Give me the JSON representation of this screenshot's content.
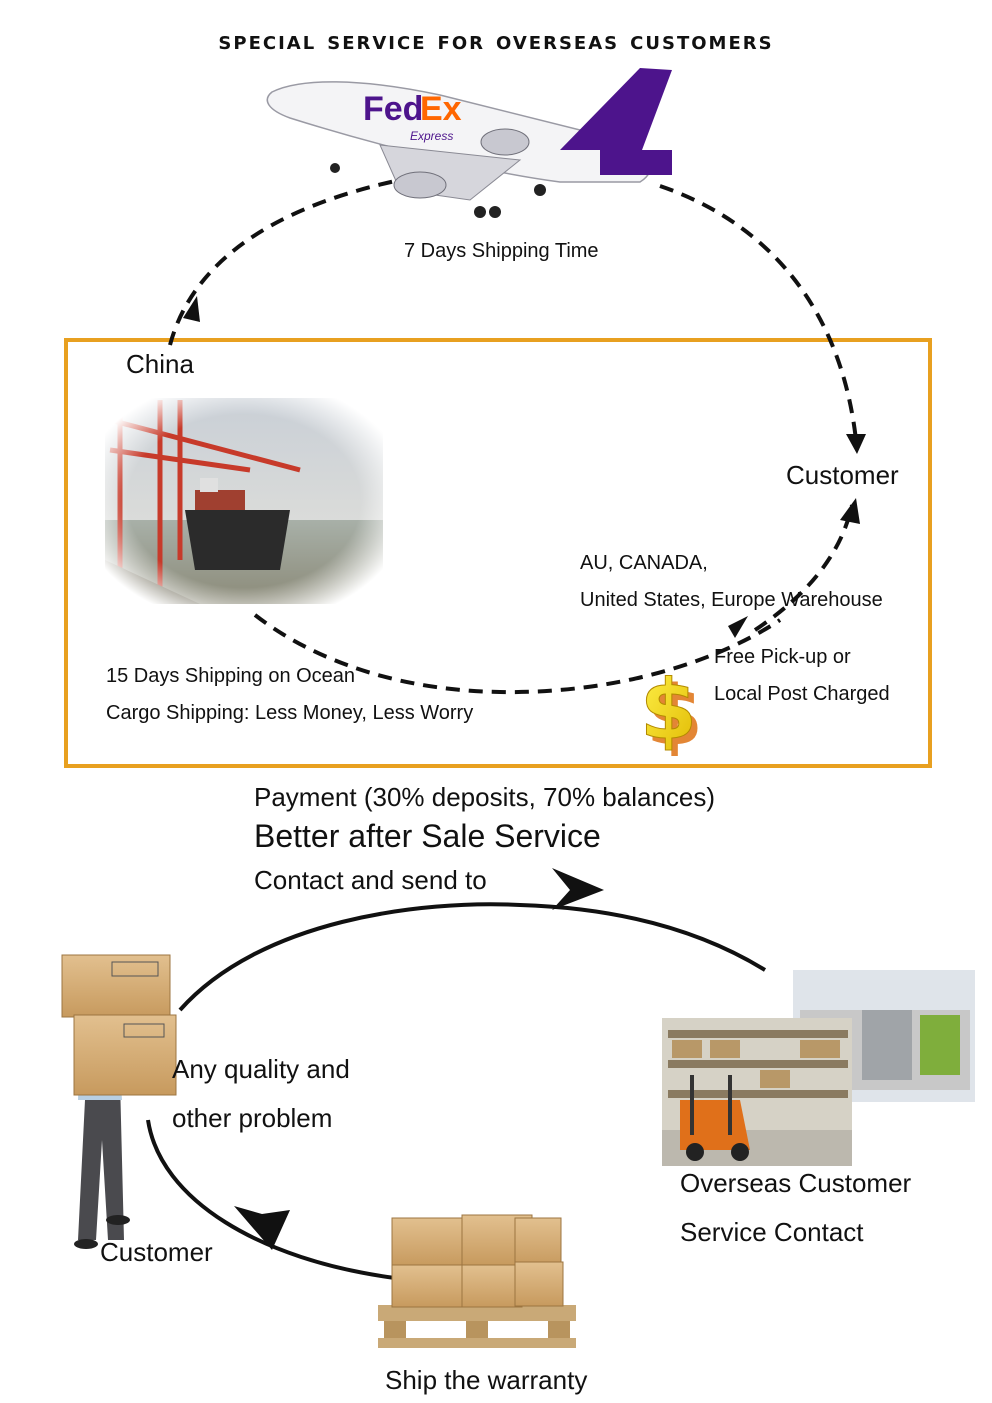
{
  "title": "special service for overseas customers",
  "top": {
    "air_label": "7 Days Shipping Time",
    "china_label": "China",
    "customer_label": "Customer",
    "warehouse_line1": "AU, CANADA,",
    "warehouse_line2": "United States, Europe Warehouse",
    "pickup_line1": "Free Pick-up or",
    "pickup_line2": "Local Post Charged",
    "ocean_line1": "15 Days Shipping on Ocean",
    "ocean_line2": "Cargo Shipping: Less Money, Less Worry",
    "plane_brand": "FedEx",
    "plane_sub": "Express"
  },
  "bottom": {
    "payment": "Payment (30% deposits, 70% balances)",
    "after_sale": "Better after Sale Service",
    "contact": "Contact and send to",
    "quality_line1": "Any quality and",
    "quality_line2": "other problem",
    "customer_label": "Customer",
    "overseas_line1": "Overseas Customer",
    "overseas_line2": "Service Contact",
    "ship": "Ship the warranty"
  },
  "colors": {
    "frame": "#e8a020",
    "line": "#111111",
    "fedex_purple": "#4d148c",
    "fedex_orange": "#ff6600"
  }
}
